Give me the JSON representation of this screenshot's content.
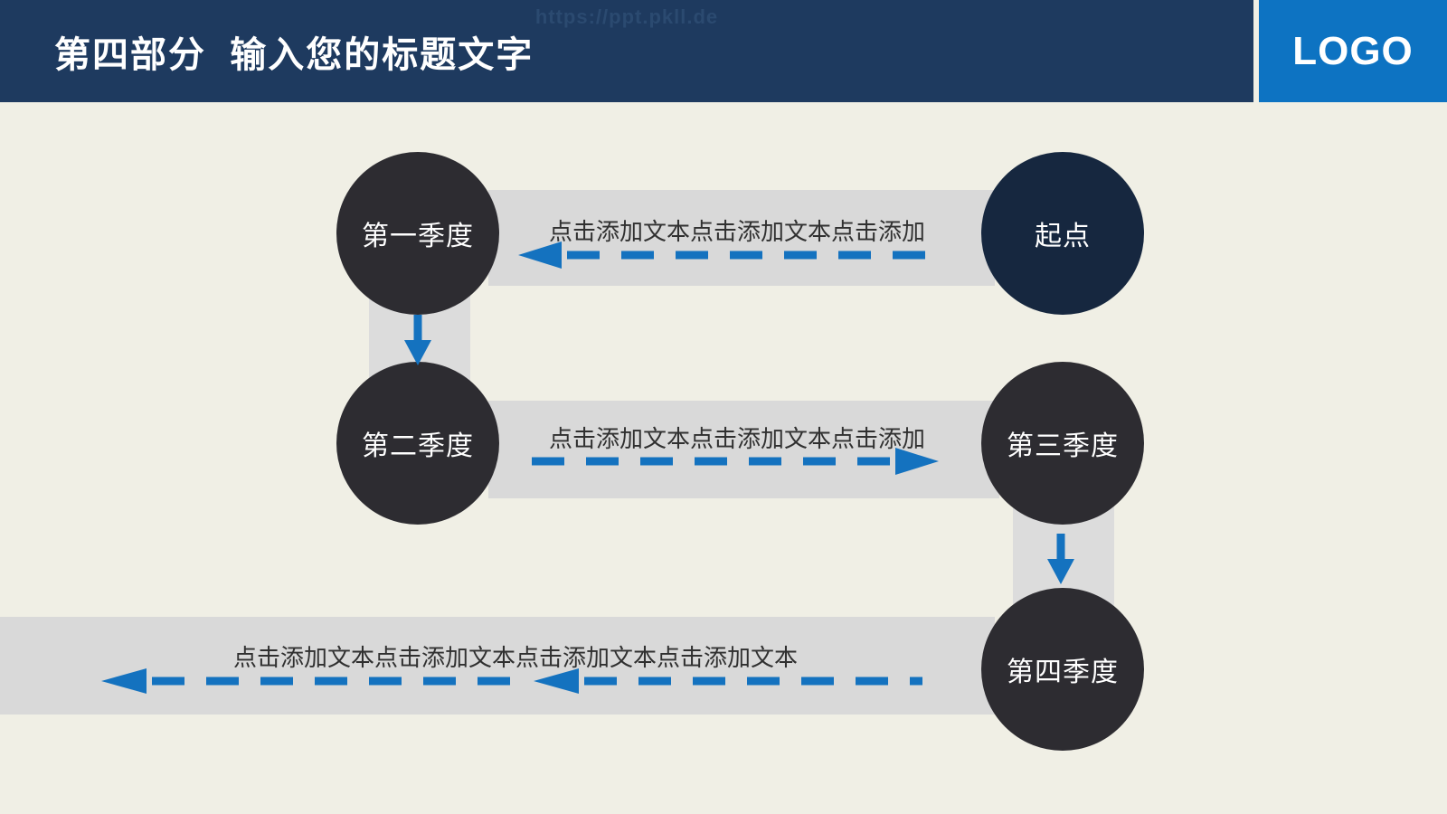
{
  "header": {
    "title": "第四部分  输入您的标题文字",
    "watermark": "https://ppt.pkll.de",
    "logo_text": "LOGO"
  },
  "diagram": {
    "nodes": [
      {
        "id": "start",
        "label": "起点"
      },
      {
        "id": "q1",
        "label": "第一季度"
      },
      {
        "id": "q2",
        "label": "第二季度"
      },
      {
        "id": "q3",
        "label": "第三季度"
      },
      {
        "id": "q4",
        "label": "第四季度"
      }
    ],
    "edges": {
      "row1": {
        "from": "起点",
        "to": "第一季度",
        "direction": "left",
        "label": "点击添加文本点击添加文本点击添加"
      },
      "vert1": {
        "from": "第一季度",
        "to": "第二季度",
        "direction": "down"
      },
      "row2": {
        "from": "第二季度",
        "to": "第三季度",
        "direction": "right",
        "label": "点击添加文本点击添加文本点击添加"
      },
      "vert2": {
        "from": "第三季度",
        "to": "第四季度",
        "direction": "down"
      },
      "row3": {
        "from": "第四季度",
        "direction": "left",
        "label": "点击添加文本点击添加文本点击添加文本点击添加文本"
      }
    }
  },
  "colors": {
    "header_navy": "#1e3a5f",
    "logo_blue": "#0d73c2",
    "background_cream": "#f0efe5",
    "band_gray": "#d9d9d9",
    "circle_charcoal": "#2d2c31",
    "circle_navy": "#16273f",
    "arrow_blue": "#1472bf",
    "band_text": "#303030",
    "watermark_text": "#2b4a70"
  }
}
